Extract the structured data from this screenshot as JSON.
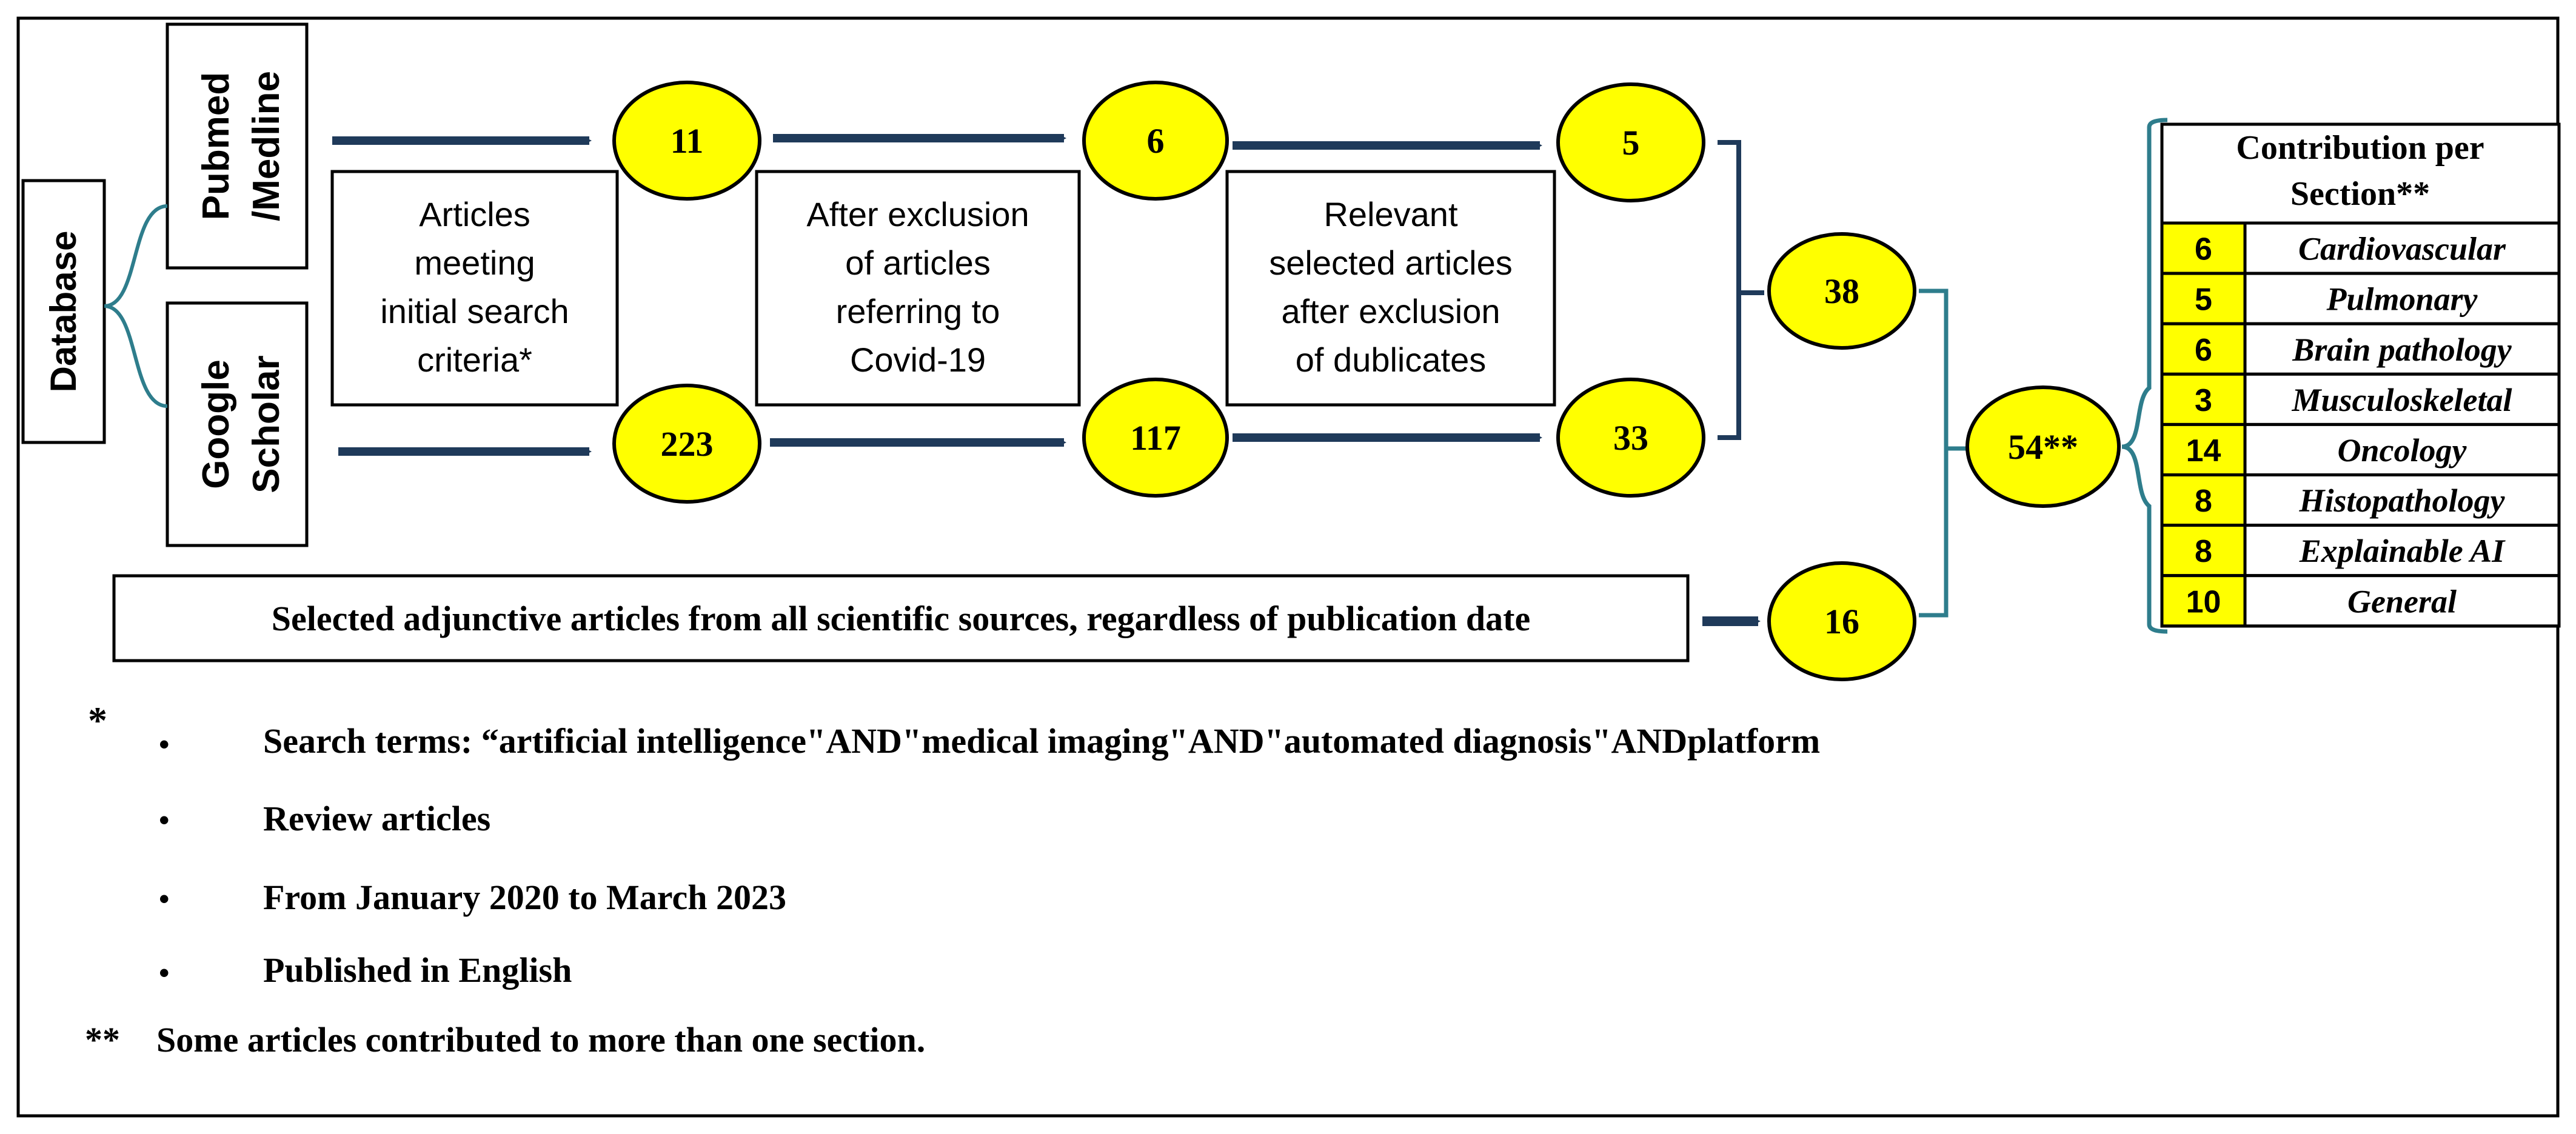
{
  "databases": {
    "label": "Database",
    "pubmed": [
      "Pubmed",
      "/Medline"
    ],
    "google": [
      "Google",
      "Scholar"
    ]
  },
  "stage_labels": {
    "initial": [
      "Articles",
      "meeting",
      "initial search",
      "criteria*"
    ],
    "covid": [
      "After exclusion",
      "of articles",
      "referring to",
      "Covid-19"
    ],
    "dedup": [
      "Relevant",
      "selected articles",
      "after exclusion",
      "of dublicates"
    ]
  },
  "counts": {
    "pubmed_initial": "11",
    "pubmed_covid": "6",
    "pubmed_dedup": "5",
    "scholar_initial": "223",
    "scholar_covid": "117",
    "scholar_dedup": "33",
    "combined": "38",
    "adjunctive": "16",
    "total": "54**"
  },
  "adjunctive_label": "Selected adjunctive articles from all scientific sources, regardless of publication date",
  "contribution": {
    "title": [
      "Contribution per",
      "Section**"
    ],
    "rows": [
      {
        "count": "6",
        "section": "Cardiovascular"
      },
      {
        "count": "5",
        "section": "Pulmonary"
      },
      {
        "count": "6",
        "section": "Brain pathology"
      },
      {
        "count": "3",
        "section": "Musculoskeletal"
      },
      {
        "count": "14",
        "section": "Oncology"
      },
      {
        "count": "8",
        "section": "Histopathology"
      },
      {
        "count": "8",
        "section": "Explainable AI"
      },
      {
        "count": "10",
        "section": "General"
      }
    ]
  },
  "notes": {
    "star": "*",
    "bullet": "•",
    "items": [
      "Search terms: “artificial intelligence\"AND\"medical imaging\"AND\"automated diagnosis\"ANDplatform",
      "Review articles",
      "From January 2020 to March 2023",
      "Published in English"
    ],
    "double_star": "**",
    "double_star_text": "Some articles contributed to more than one section."
  },
  "colors": {
    "circle_fill": "#ffff00",
    "arrow": "#1f3a5a",
    "bracket": "#2e7d8c",
    "table_count_fill": "#ffff00"
  }
}
